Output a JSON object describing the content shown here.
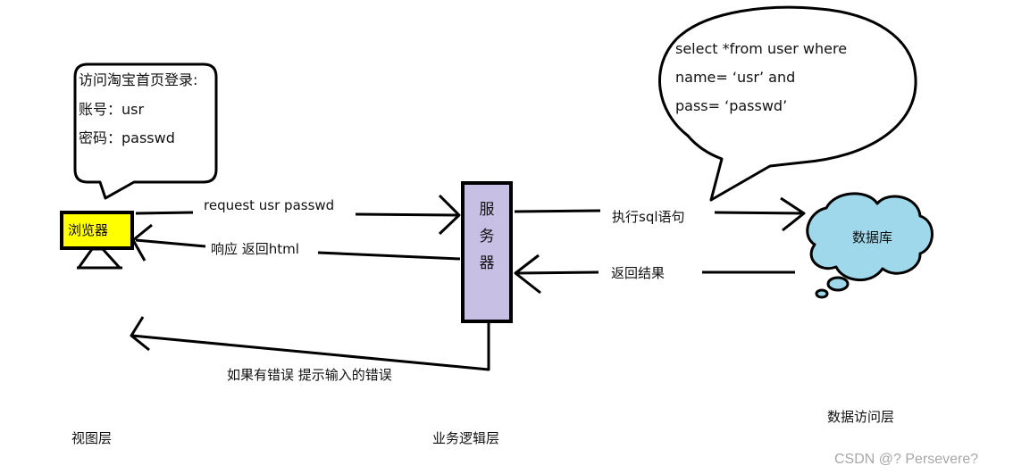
{
  "view_layer": {
    "bubble_lines": [
      "访问淘宝首页登录:",
      "账号：usr",
      "密码：passwd"
    ],
    "browser_label": "浏览器",
    "layer_label": "视图层"
  },
  "business_layer": {
    "server_chars": [
      "服",
      "务",
      "器"
    ],
    "layer_label": "业务逻辑层"
  },
  "data_layer": {
    "bubble_lines": [
      "select *from user where",
      "name= ‘usr’ and",
      "pass= ‘passwd’"
    ],
    "database_label": "数据库",
    "layer_label": "数据访问层"
  },
  "arrows": {
    "request": "request usr passwd",
    "response": "响应 返回html",
    "execute_sql": "执行sql语句",
    "return_result": "返回结果",
    "error_hint": "如果有错误 提示输入的错误"
  },
  "colors": {
    "browser_fill": "#ffff00",
    "server_fill": "#c8c0e4",
    "cloud_fill": "#9ed8ea",
    "line": "#000000"
  },
  "watermark": "CSDN @? Persevere?"
}
